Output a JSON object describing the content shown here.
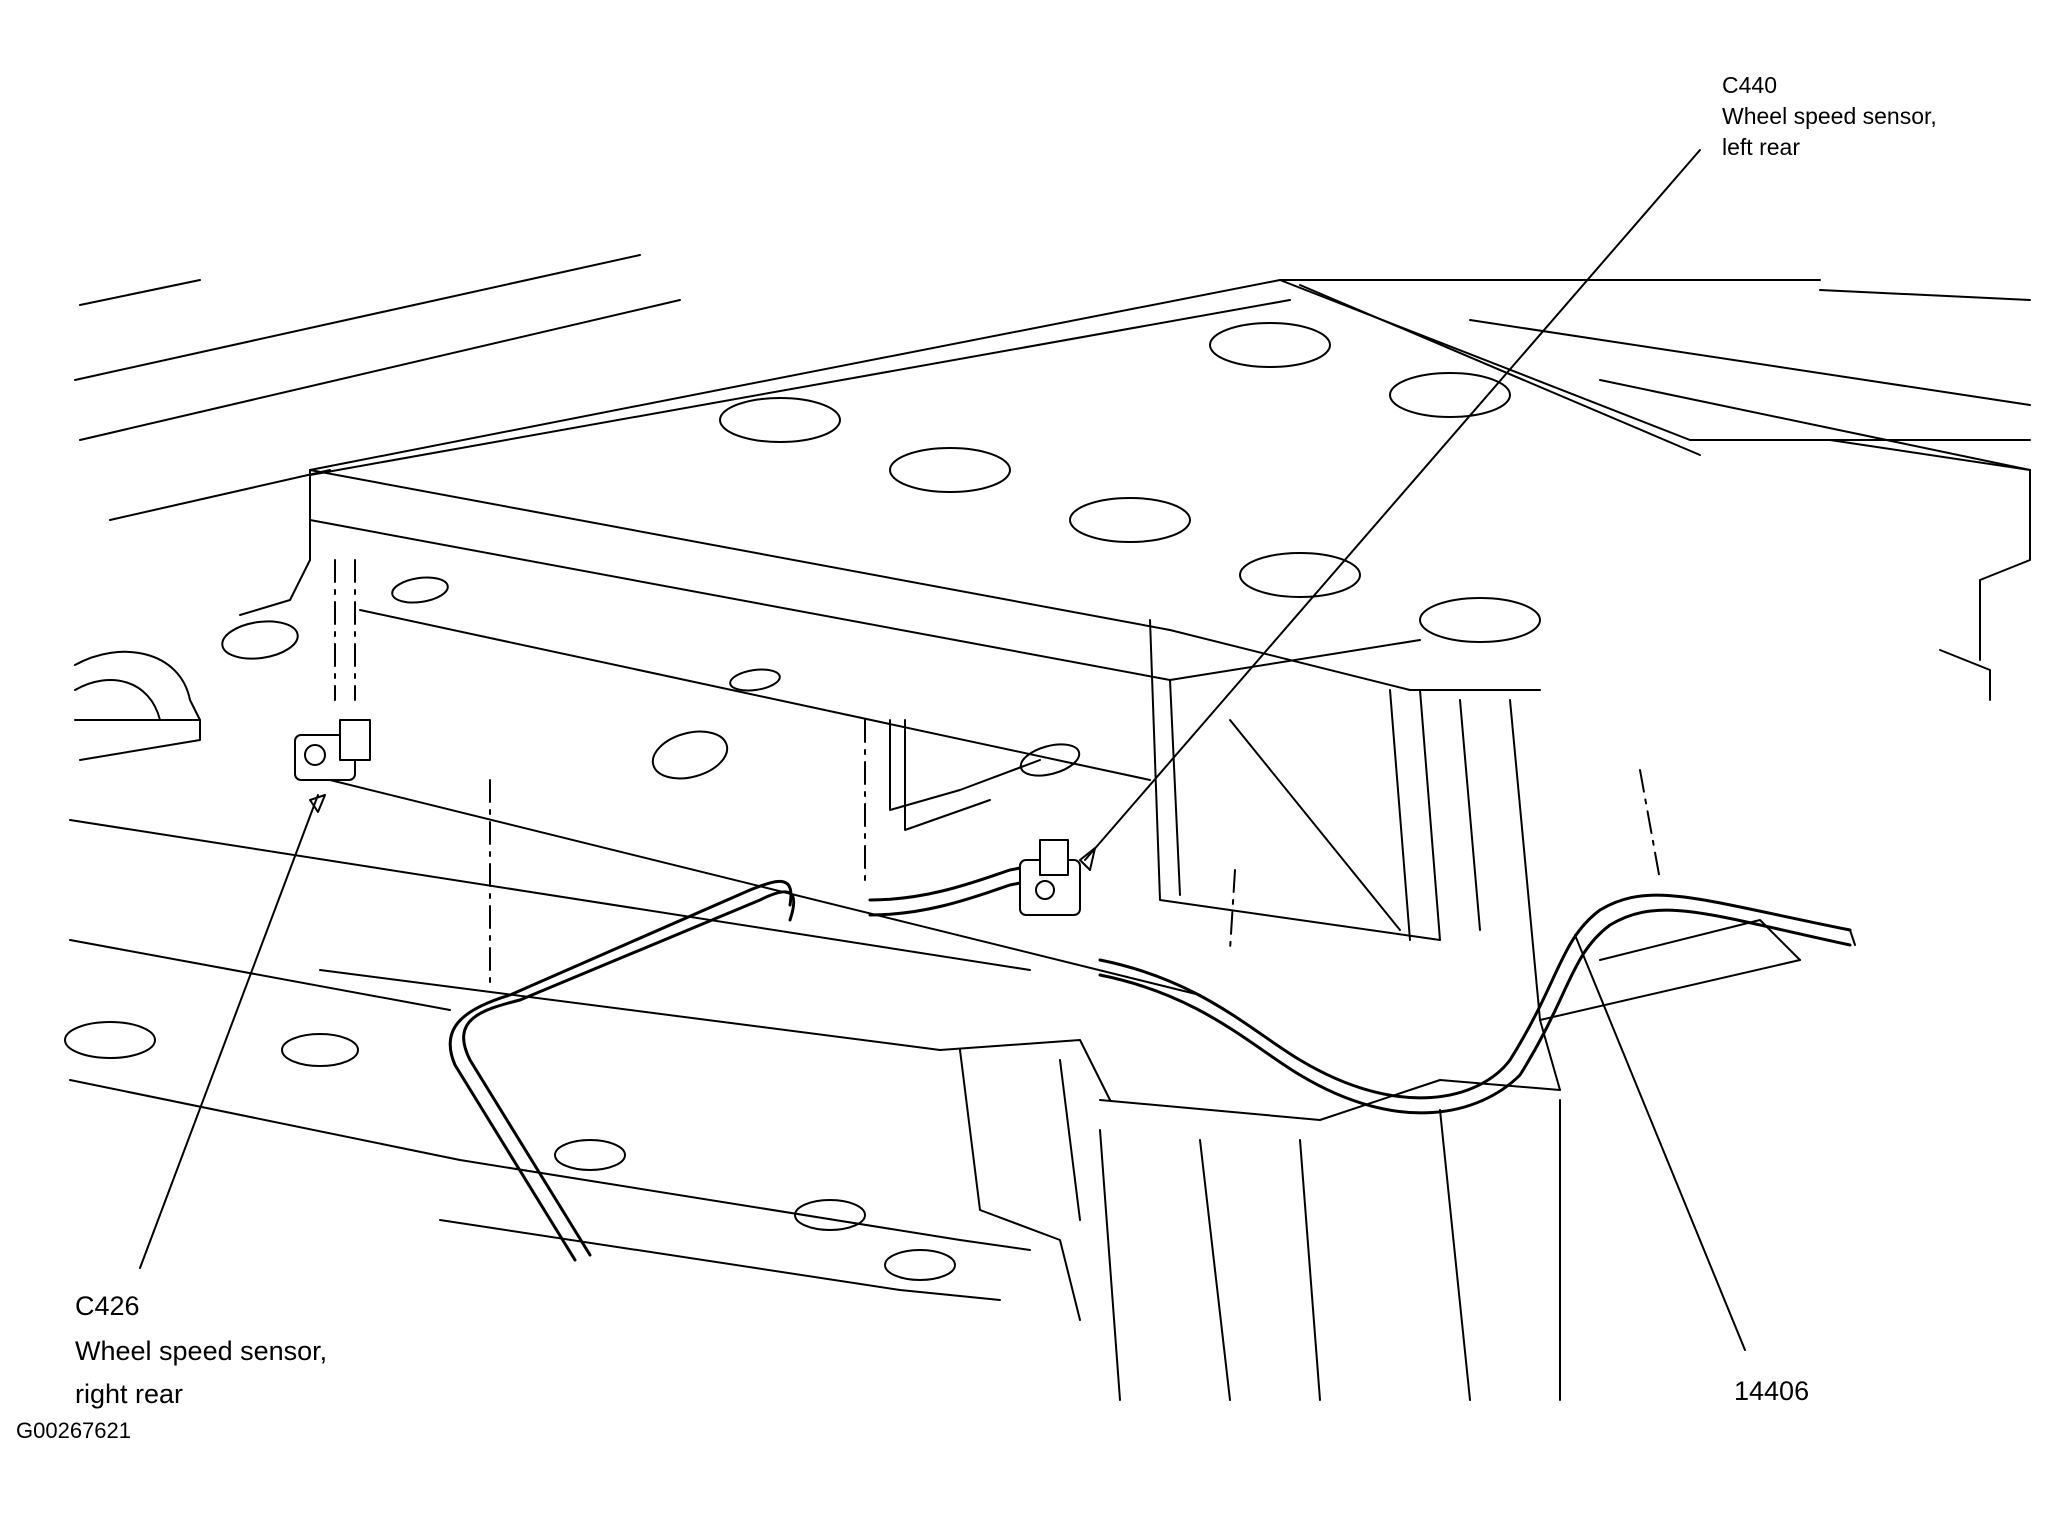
{
  "callouts": {
    "c440": {
      "code": "C440",
      "desc_line1": "Wheel speed sensor,",
      "desc_line2": "left rear"
    },
    "c426": {
      "code": "C426",
      "desc_line1": "Wheel speed sensor,",
      "desc_line2": "right rear"
    },
    "harness": {
      "code": "14406"
    }
  },
  "figure_id": "G00267621"
}
